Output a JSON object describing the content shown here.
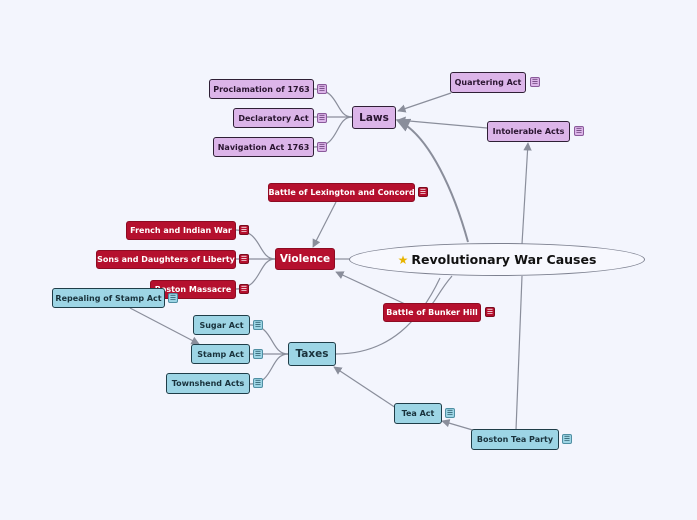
{
  "map": {
    "central": "Revolutionary War Causes",
    "central_icon": "star-icon",
    "note_icon": "note-icon",
    "laws": {
      "label": "Laws",
      "children": [
        "Proclamation of 1763",
        "Declaratory Act",
        "Navigation Act 1763",
        "Quartering Act",
        "Intolerable Acts"
      ]
    },
    "violence": {
      "label": "Violence",
      "children": [
        "Battle of Lexington and Concord",
        "French and Indian War",
        "Sons and Daughters of Liberty",
        "Boston Massacre",
        "Battle of Bunker Hill"
      ]
    },
    "taxes": {
      "label": "Taxes",
      "children": [
        "Repealing of Stamp Act",
        "Sugar Act",
        "Stamp Act",
        "Townshend Acts",
        "Tea Act",
        "Boston Tea Party"
      ]
    }
  },
  "colors": {
    "background": "#f3f5fd",
    "laws": "#dcb5e9",
    "violence": "#b5102e",
    "taxes": "#9dd5e5",
    "connector": "#8a8e9b"
  }
}
